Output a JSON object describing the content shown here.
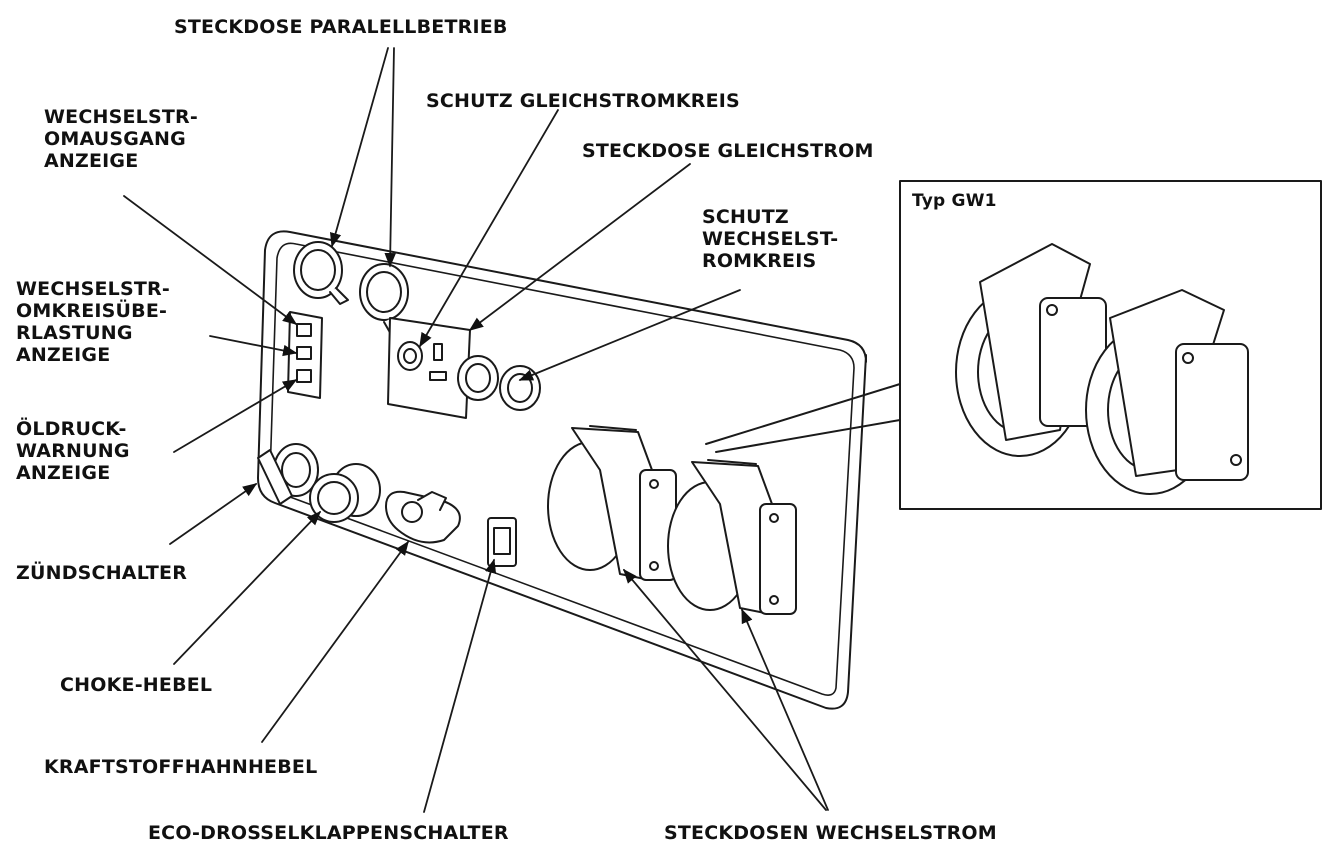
{
  "labels": {
    "steckdose_parallel": "STECKDOSE PARALELLBETRIEB",
    "schutz_gleichstrom": "SCHUTZ GLEICHSTROMKREIS",
    "steckdose_gleichstrom": "STECKDOSE GLEICHSTROM",
    "schutz_wechselstrom": "SCHUTZ\nWECHSELST-\nROMKREIS",
    "wechselstrom_ausgang": "WECHSELSTR-\nOMAUSGANG\nANZEIGE",
    "ueberlastung": "WECHSELSTR-\nOMKREISÜBE-\nRLASTUNG\nANZEIGE",
    "oeldruck": "ÖLDRUCK-\nWARNUNG\nANZEIGE",
    "zuendschalter": "ZÜNDSCHALTER",
    "choke": "CHOKE-HEBEL",
    "kraftstoff": "KRAFTSTOFFHAHNHEBEL",
    "eco": "ECO-DROSSELKLAPPENSCHALTER",
    "steckdosen_wechselstrom": "STECKDOSEN WECHSELSTROM"
  },
  "inset": {
    "title": "Typ GW1"
  }
}
